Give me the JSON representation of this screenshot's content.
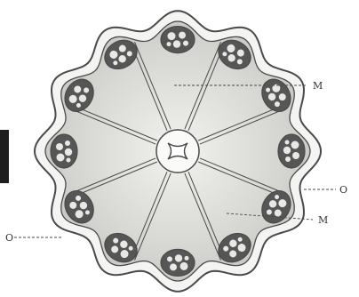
{
  "figure": {
    "labels": {
      "m_upper": "M",
      "o_right": "O",
      "m_lower": "M",
      "o_left": "O"
    },
    "colors": {
      "ink": "#4a4a4a",
      "wall_fill": "#f4f4f2",
      "chamber_fill": "#cfcfcb",
      "nucleus_fill": "#565656",
      "stem_fill": "#1e1e1e"
    },
    "structure": {
      "lobes": 12,
      "radial_septa": 8,
      "central_body": "x-shaped"
    }
  }
}
